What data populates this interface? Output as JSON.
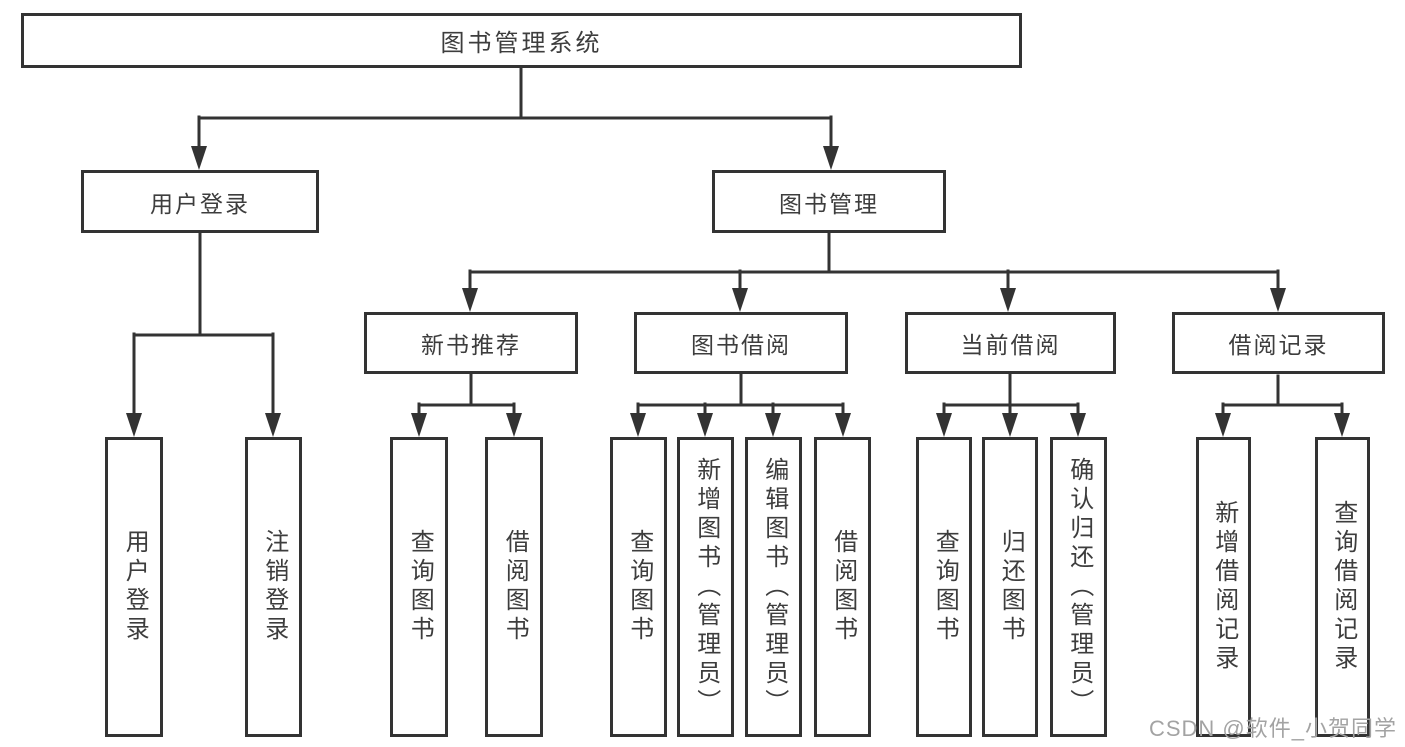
{
  "tree": {
    "root": "图书管理系统",
    "branches": [
      {
        "label": "用户登录",
        "children": [
          "用户登录",
          "注销登录"
        ]
      },
      {
        "label": "图书管理",
        "groups": [
          {
            "label": "新书推荐",
            "children": [
              "查询图书",
              "借阅图书"
            ]
          },
          {
            "label": "图书借阅",
            "children": [
              "查询图书",
              "新增图书（管理员）",
              "编辑图书（管理员）",
              "借阅图书"
            ]
          },
          {
            "label": "当前借阅",
            "children": [
              "查询图书",
              "归还图书",
              "确认归还（管理员）"
            ]
          },
          {
            "label": "借阅记录",
            "children": [
              "新增借阅记录",
              "查询借阅记录"
            ]
          }
        ]
      }
    ]
  },
  "watermark": "CSDN @软件_小贺同学",
  "colors": {
    "line": "#333333",
    "text": "#3d3d3d",
    "background": "#ffffff",
    "watermark": "#a3a3a3"
  }
}
